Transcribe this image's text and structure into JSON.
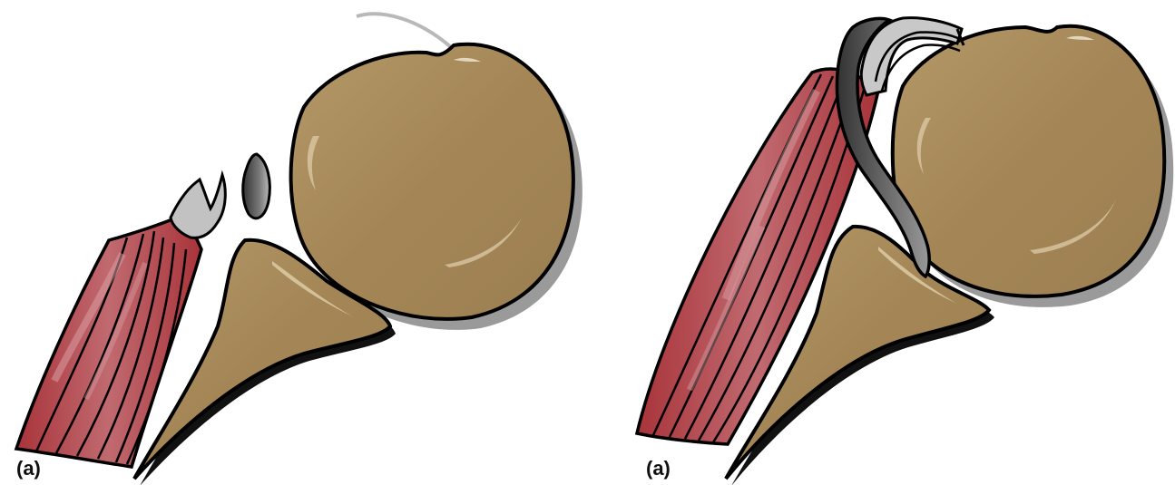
{
  "figure": {
    "panels": [
      {
        "label": "(a)",
        "structures": [
          "muscle-belly",
          "retracted-tendon-stump",
          "tendon-fragment",
          "humeral-head",
          "scapula-glenoid",
          "suture-remnant"
        ]
      },
      {
        "label": "(a)",
        "structures": [
          "muscle-belly",
          "reattached-tendon",
          "tendon-graft",
          "humeral-head",
          "scapula-glenoid"
        ]
      }
    ]
  },
  "colors": {
    "bone": "#a98c5c",
    "bone_highlight": "#c4ab7e",
    "muscle": "#b03a3e",
    "muscle_light": "#c97a7e",
    "tendon": "#c8c8c8",
    "tendon_dark": "#555555",
    "outline": "#000000",
    "shadow": "#9a9a9a"
  }
}
